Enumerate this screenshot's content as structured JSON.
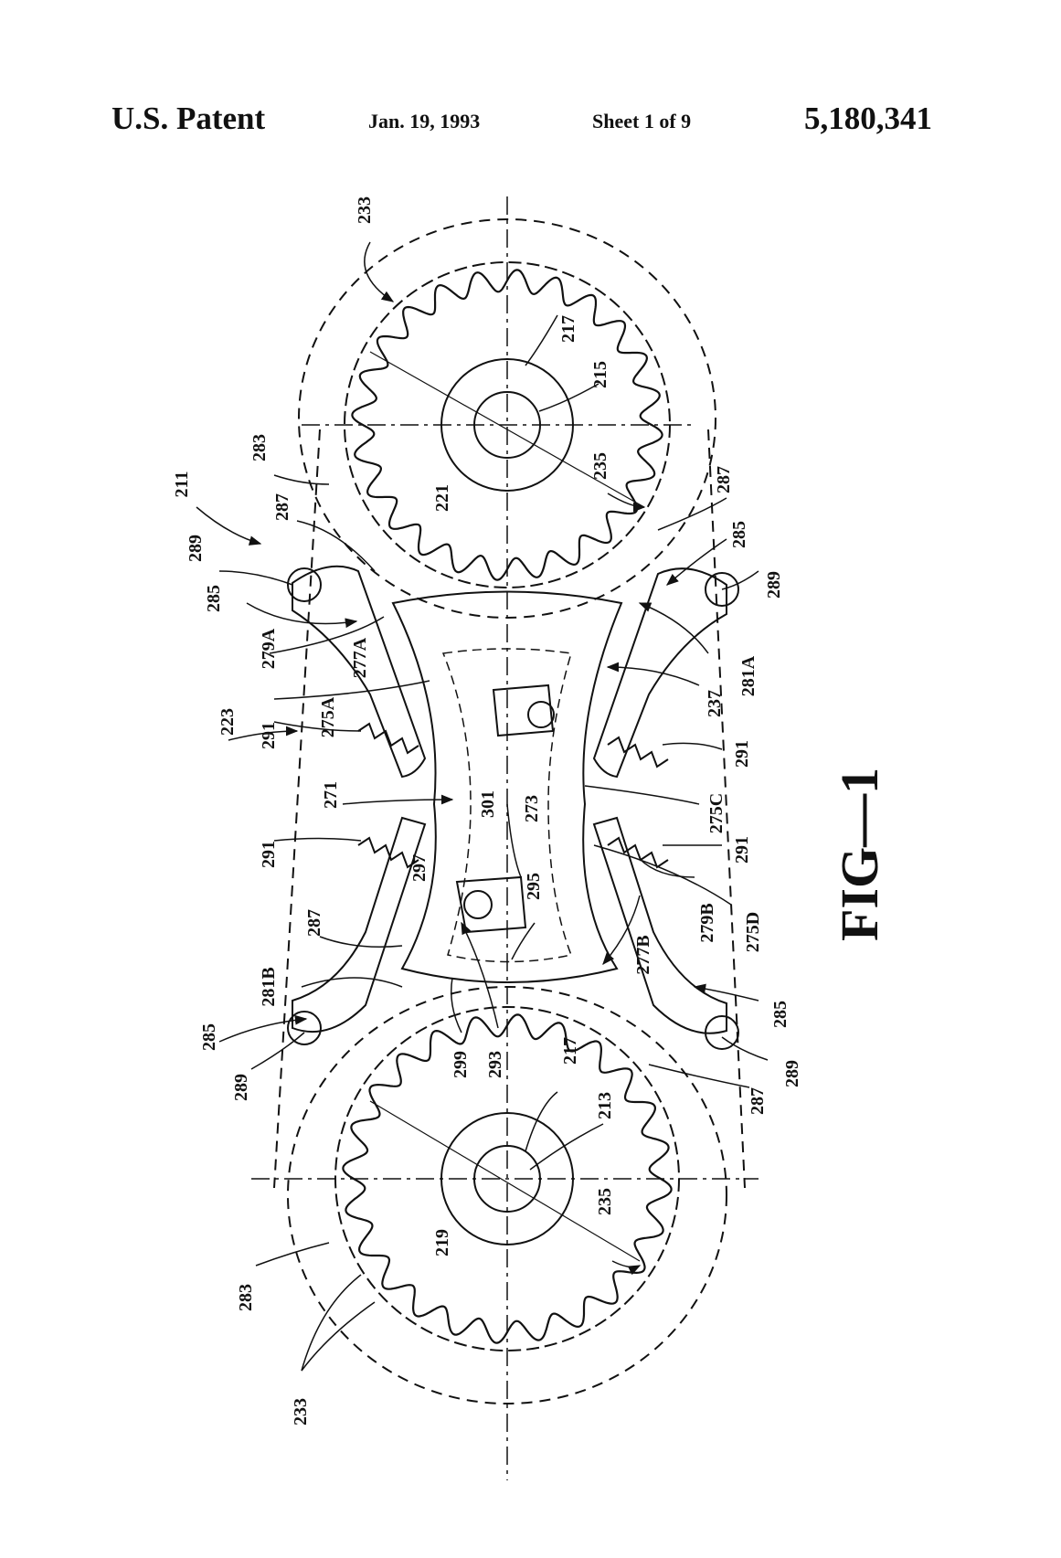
{
  "header": {
    "left": "U.S. Patent",
    "date": "Jan. 19, 1993",
    "sheet": "Sheet 1 of 9",
    "patent_number": "5,180,341"
  },
  "figure": {
    "caption": "FIG—1",
    "labels": {
      "l233a": "233",
      "l217a": "217",
      "l215": "215",
      "l235a": "235",
      "l283a": "283",
      "l221": "221",
      "l211": "211",
      "l287a": "287",
      "l289a": "289",
      "l285a": "285",
      "l279A": "279A",
      "l277A": "277A",
      "l223": "223",
      "l275A": "275A",
      "l291a": "291",
      "l271": "271",
      "l291b": "291",
      "l301": "301",
      "l273": "273",
      "l297": "297",
      "l287b": "287",
      "l281B": "281B",
      "l285b": "285",
      "l289b": "289",
      "l299": "299",
      "l293": "293",
      "l295": "295",
      "l217b": "217",
      "l213": "213",
      "l235b": "235",
      "l283b": "283",
      "l219": "219",
      "l233b": "233",
      "l287c": "287",
      "l285c": "285",
      "l289c": "289",
      "l281A": "281A",
      "l237": "237",
      "l291c": "291",
      "l275C": "275C",
      "l291d": "291",
      "l279B": "279B",
      "l275D": "275D",
      "l277B": "277B",
      "l285d": "285",
      "l289d": "289",
      "l287d": "287"
    }
  }
}
